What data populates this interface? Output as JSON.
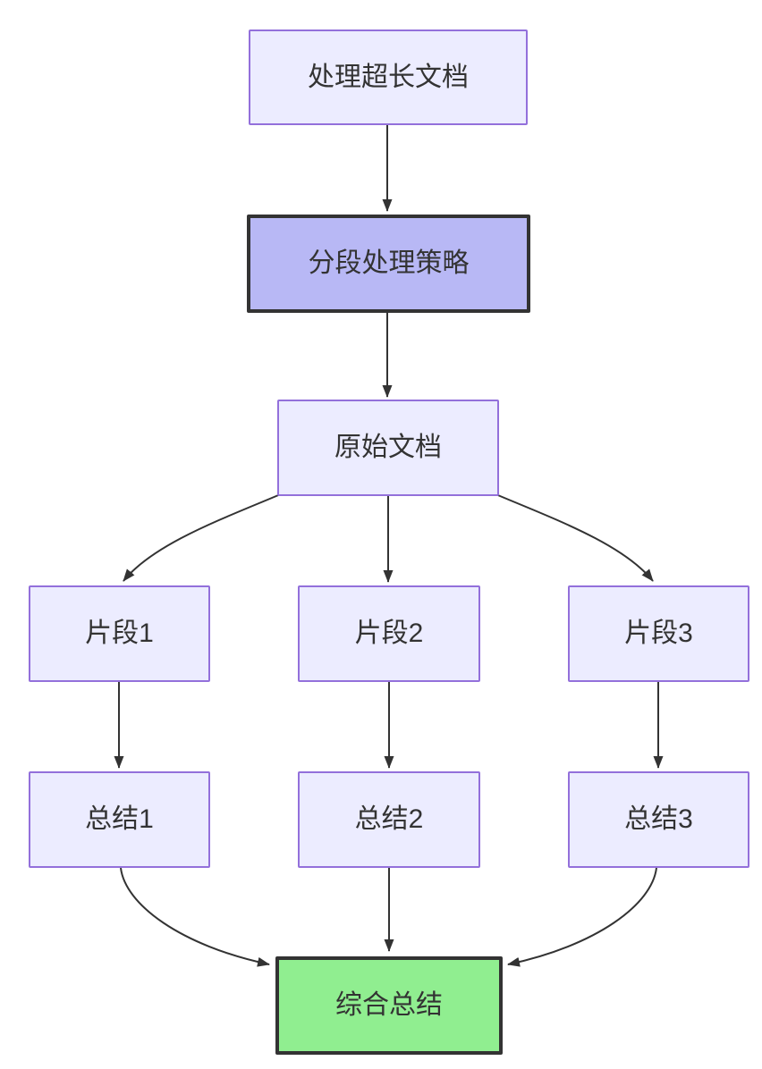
{
  "diagram": {
    "type": "flowchart",
    "direction": "top-down",
    "nodes": [
      {
        "id": "A",
        "label": "处理超长文档",
        "style": "default"
      },
      {
        "id": "B",
        "label": "分段处理策略",
        "style": "emphasis-purple"
      },
      {
        "id": "C",
        "label": "原始文档",
        "style": "default"
      },
      {
        "id": "D1",
        "label": "片段1",
        "style": "default"
      },
      {
        "id": "D2",
        "label": "片段2",
        "style": "default"
      },
      {
        "id": "D3",
        "label": "片段3",
        "style": "default"
      },
      {
        "id": "E1",
        "label": "总结1",
        "style": "default"
      },
      {
        "id": "E2",
        "label": "总结2",
        "style": "default"
      },
      {
        "id": "E3",
        "label": "总结3",
        "style": "default"
      },
      {
        "id": "F",
        "label": "综合总结",
        "style": "emphasis-green"
      }
    ],
    "edges": [
      {
        "from": "A",
        "to": "B"
      },
      {
        "from": "B",
        "to": "C"
      },
      {
        "from": "C",
        "to": "D1"
      },
      {
        "from": "C",
        "to": "D2"
      },
      {
        "from": "C",
        "to": "D3"
      },
      {
        "from": "D1",
        "to": "E1"
      },
      {
        "from": "D2",
        "to": "E2"
      },
      {
        "from": "D3",
        "to": "E3"
      },
      {
        "from": "E1",
        "to": "F"
      },
      {
        "from": "E2",
        "to": "F"
      },
      {
        "from": "E3",
        "to": "F"
      }
    ],
    "colors": {
      "background": "#FFFFFF",
      "node_fill": "#ECECFF",
      "node_border": "#9370DB",
      "emphasis_purple_fill": "#B8B8F5",
      "emphasis_green_fill": "#90EE90",
      "emphasis_border": "#333333",
      "edge": "#333333",
      "text": "#333333"
    }
  }
}
